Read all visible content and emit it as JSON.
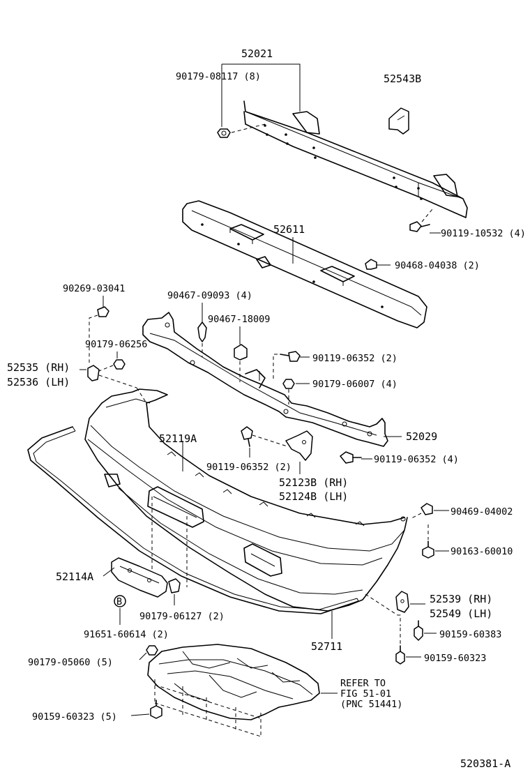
{
  "diagram": {
    "drawing_number": "520381-A",
    "refer_note": {
      "line1": "REFER TO",
      "line2": "FIG 51-01",
      "line3": "(PNC 51441)"
    },
    "labels": {
      "p52021": "52021",
      "p90179_08117": "90179-08117 (8)",
      "p52543B": "52543B",
      "p90119_10532": "90119-10532 (4)",
      "p52611": "52611",
      "p90468_04038": "90468-04038 (2)",
      "p90269_03041": "90269-03041",
      "p90467_09093": "90467-09093 (4)",
      "p90467_18009": "90467-18009",
      "p90179_06256": "90179-06256",
      "p90119_06352_a": "90119-06352 (2)",
      "p52535": "52535 (RH)",
      "p52536": "52536 (LH)",
      "p90179_06007": "90179-06007 (4)",
      "p52119A": "52119A",
      "p52029": "52029",
      "p90119_06352_b": "90119-06352 (2)",
      "p90119_06352_c": "90119-06352 (4)",
      "p52123B": "52123B (RH)",
      "p52124B": "52124B (LH)",
      "p90469_04002": "90469-04002",
      "p90163_60010": "90163-60010",
      "p52114A": "52114A",
      "p90179_06127": "90179-06127 (2)",
      "p52539": "52539 (RH)",
      "p52549": "52549 (LH)",
      "p91651_60614": "91651-60614 (2)",
      "p52711": "52711",
      "p90159_60383": "90159-60383",
      "p90179_05060": "90179-05060 (5)",
      "p90159_60323_a": "90159-60323",
      "p90159_60323_b": "90159-60323 (5)"
    }
  }
}
